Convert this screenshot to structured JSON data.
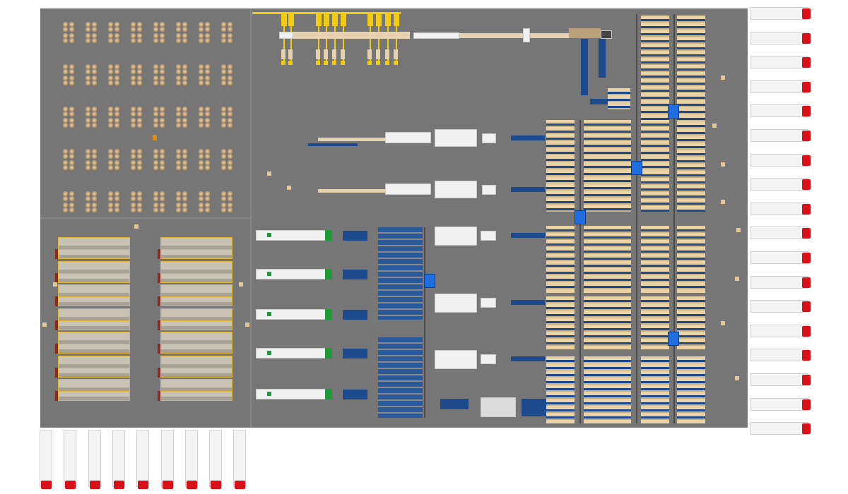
{
  "colors": {
    "floor": "#767676",
    "truck_cab": "#d8101a",
    "conveyor_blue": "#1d4a8c",
    "crane_yellow": "#f2cc12",
    "product_beige": "#e6d2b0",
    "machine_green": "#1f9a3a"
  },
  "layout_counts": {
    "trucks_right_dock": 18,
    "trucks_bottom_dock": 9,
    "spool_grid_columns": 8,
    "spool_grid_rows": 5,
    "rack_rows_per_column": 7,
    "production_lines": 5,
    "winding_machines": 5
  }
}
